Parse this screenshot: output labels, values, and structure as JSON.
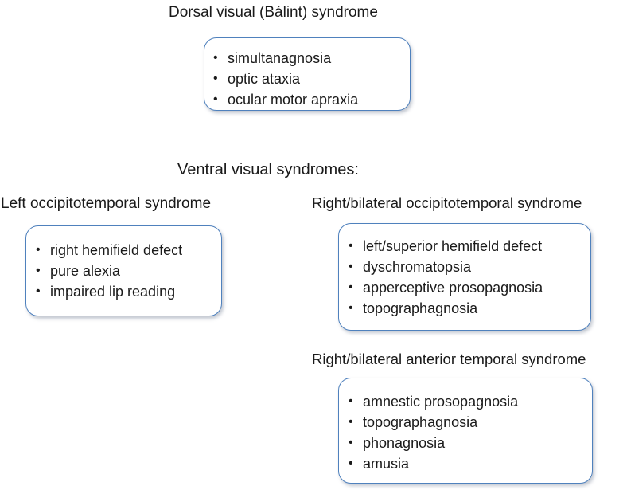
{
  "dorsal": {
    "title": "Dorsal visual (Bálint) syndrome",
    "items": [
      "simultanagnosia",
      "optic ataxia",
      "ocular motor apraxia"
    ]
  },
  "ventral_title": "Ventral visual syndromes:",
  "left_occipitotemporal": {
    "title": "Left occipitotemporal syndrome",
    "items": [
      "right hemifield defect",
      "pure alexia",
      "impaired lip reading"
    ]
  },
  "right_occipitotemporal": {
    "title": "Right/bilateral occipitotemporal syndrome",
    "items": [
      "left/superior hemifield defect",
      "dyschromatopsia",
      "apperceptive prosopagnosia",
      "topographagnosia"
    ]
  },
  "right_anterior_temporal": {
    "title": "Right/bilateral anterior temporal syndrome",
    "items": [
      "amnestic prosopagnosia",
      "topographagnosia",
      "phonagnosia",
      "amusia"
    ]
  }
}
